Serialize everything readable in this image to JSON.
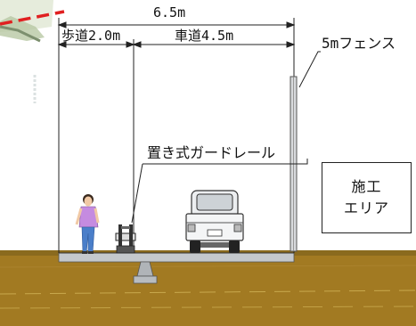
{
  "dimensions": {
    "total_width": "6.5m",
    "sidewalk": "歩道2.0m",
    "roadway": "車道4.5m"
  },
  "labels": {
    "fence": "5mフェンス",
    "guardrail": "置き式ガードレール",
    "construction_area": "施工\nエリア"
  },
  "colors": {
    "ground_top": "#8a6a1e",
    "ground": "#a27a22",
    "road_surface": "#9aa0a6",
    "person_shirt": "#c58be0",
    "person_pants": "#4a7ec9",
    "vehicle": "#eceef0",
    "marker_red": "#e02020"
  },
  "icons": [
    "person-figure",
    "guardrail-icon",
    "kei-truck-rear",
    "fence-post"
  ]
}
